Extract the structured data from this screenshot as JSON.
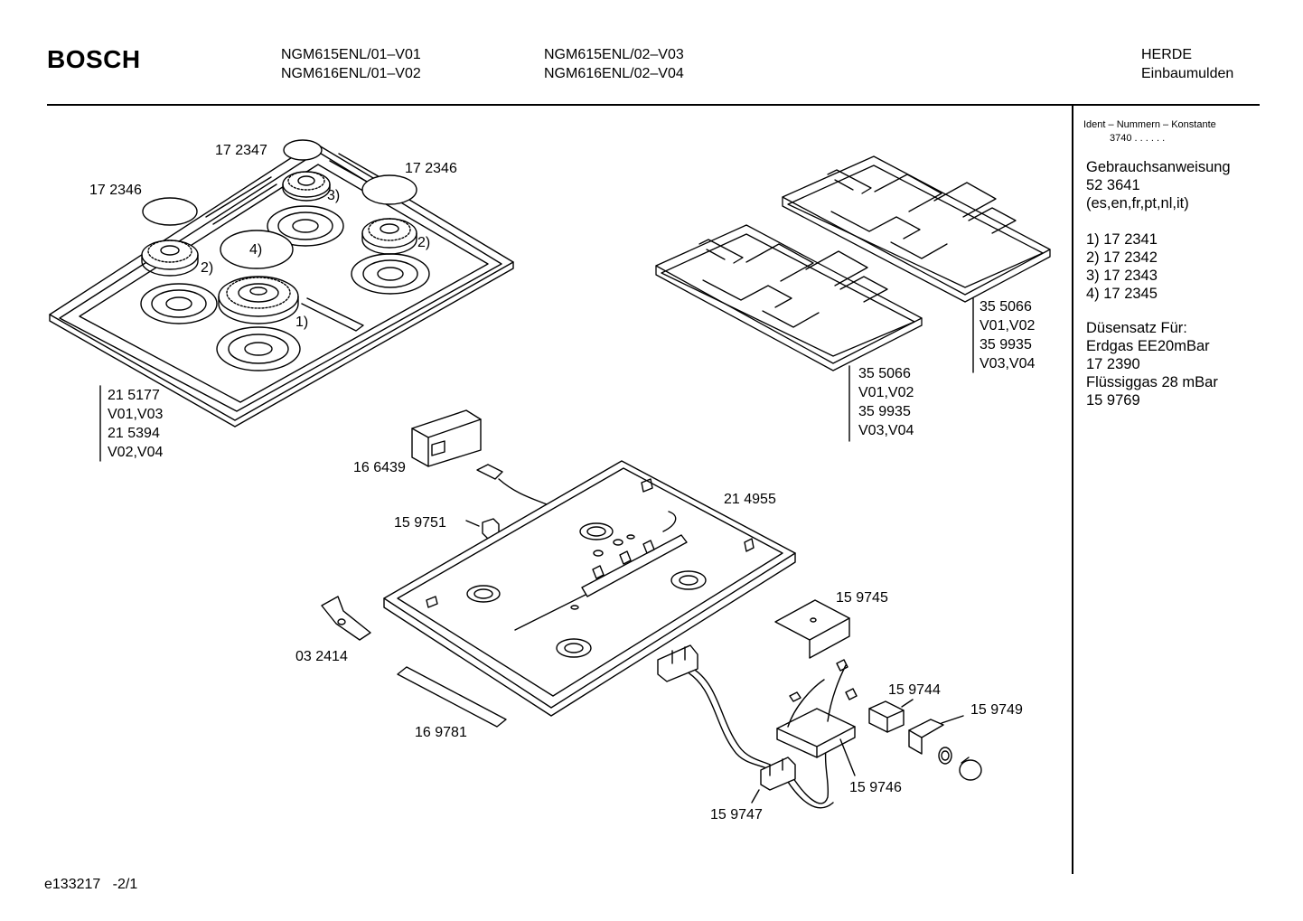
{
  "header": {
    "brand": "BOSCH",
    "models_left": [
      "NGM615ENL/01–V01",
      "NGM616ENL/01–V02"
    ],
    "models_right": [
      "NGM615ENL/02–V03",
      "NGM616ENL/02–V04"
    ],
    "category": [
      "HERDE",
      "Einbaumulden"
    ]
  },
  "sidebar": {
    "ident_title": "Ident – Nummern – Konstante",
    "ident_value": "3740  .  .   .  .  .  .",
    "manual": [
      "Gebrauchsanweisung",
      "52 3641",
      "(es,en,fr,pt,nl,it)"
    ],
    "burners": [
      "1)  17 2341",
      "2)  17 2342",
      "3)  17 2343",
      "4)  17 2345"
    ],
    "nozzle": [
      "Düsensatz Für:",
      "Erdgas EE20mBar",
      "17 2390",
      "Flüssiggas 28 mBar",
      "15 9769"
    ]
  },
  "labels": {
    "cap_top": "17 2347",
    "cap_right": "17 2346",
    "cap_left": "17 2346",
    "burner_3": "3)",
    "burner_2a": "2)",
    "burner_2b": "2)",
    "burner_4": "4)",
    "burner_1": "1)",
    "hob_top": [
      "21 5177",
      "V01,V03",
      "21 5394",
      "V02,V04"
    ],
    "grate_back": [
      "35 5066",
      "V01,V02",
      "35 9935",
      "V03,V04"
    ],
    "grate_front": [
      "35 5066",
      "V01,V02",
      "35 9935",
      "V03,V04"
    ],
    "ignition_box": "16 6439",
    "tray": "21 4955",
    "connector": "15 9751",
    "clip": "03 2414",
    "strip": "16 9781",
    "cover_plate": "15 9745",
    "switch": "15 9744",
    "bracket": "15 9749",
    "valve_block": "15 9746",
    "gas_tap": "15 9747"
  },
  "footer": {
    "doc_id": "e133217",
    "page": "-2/1"
  }
}
